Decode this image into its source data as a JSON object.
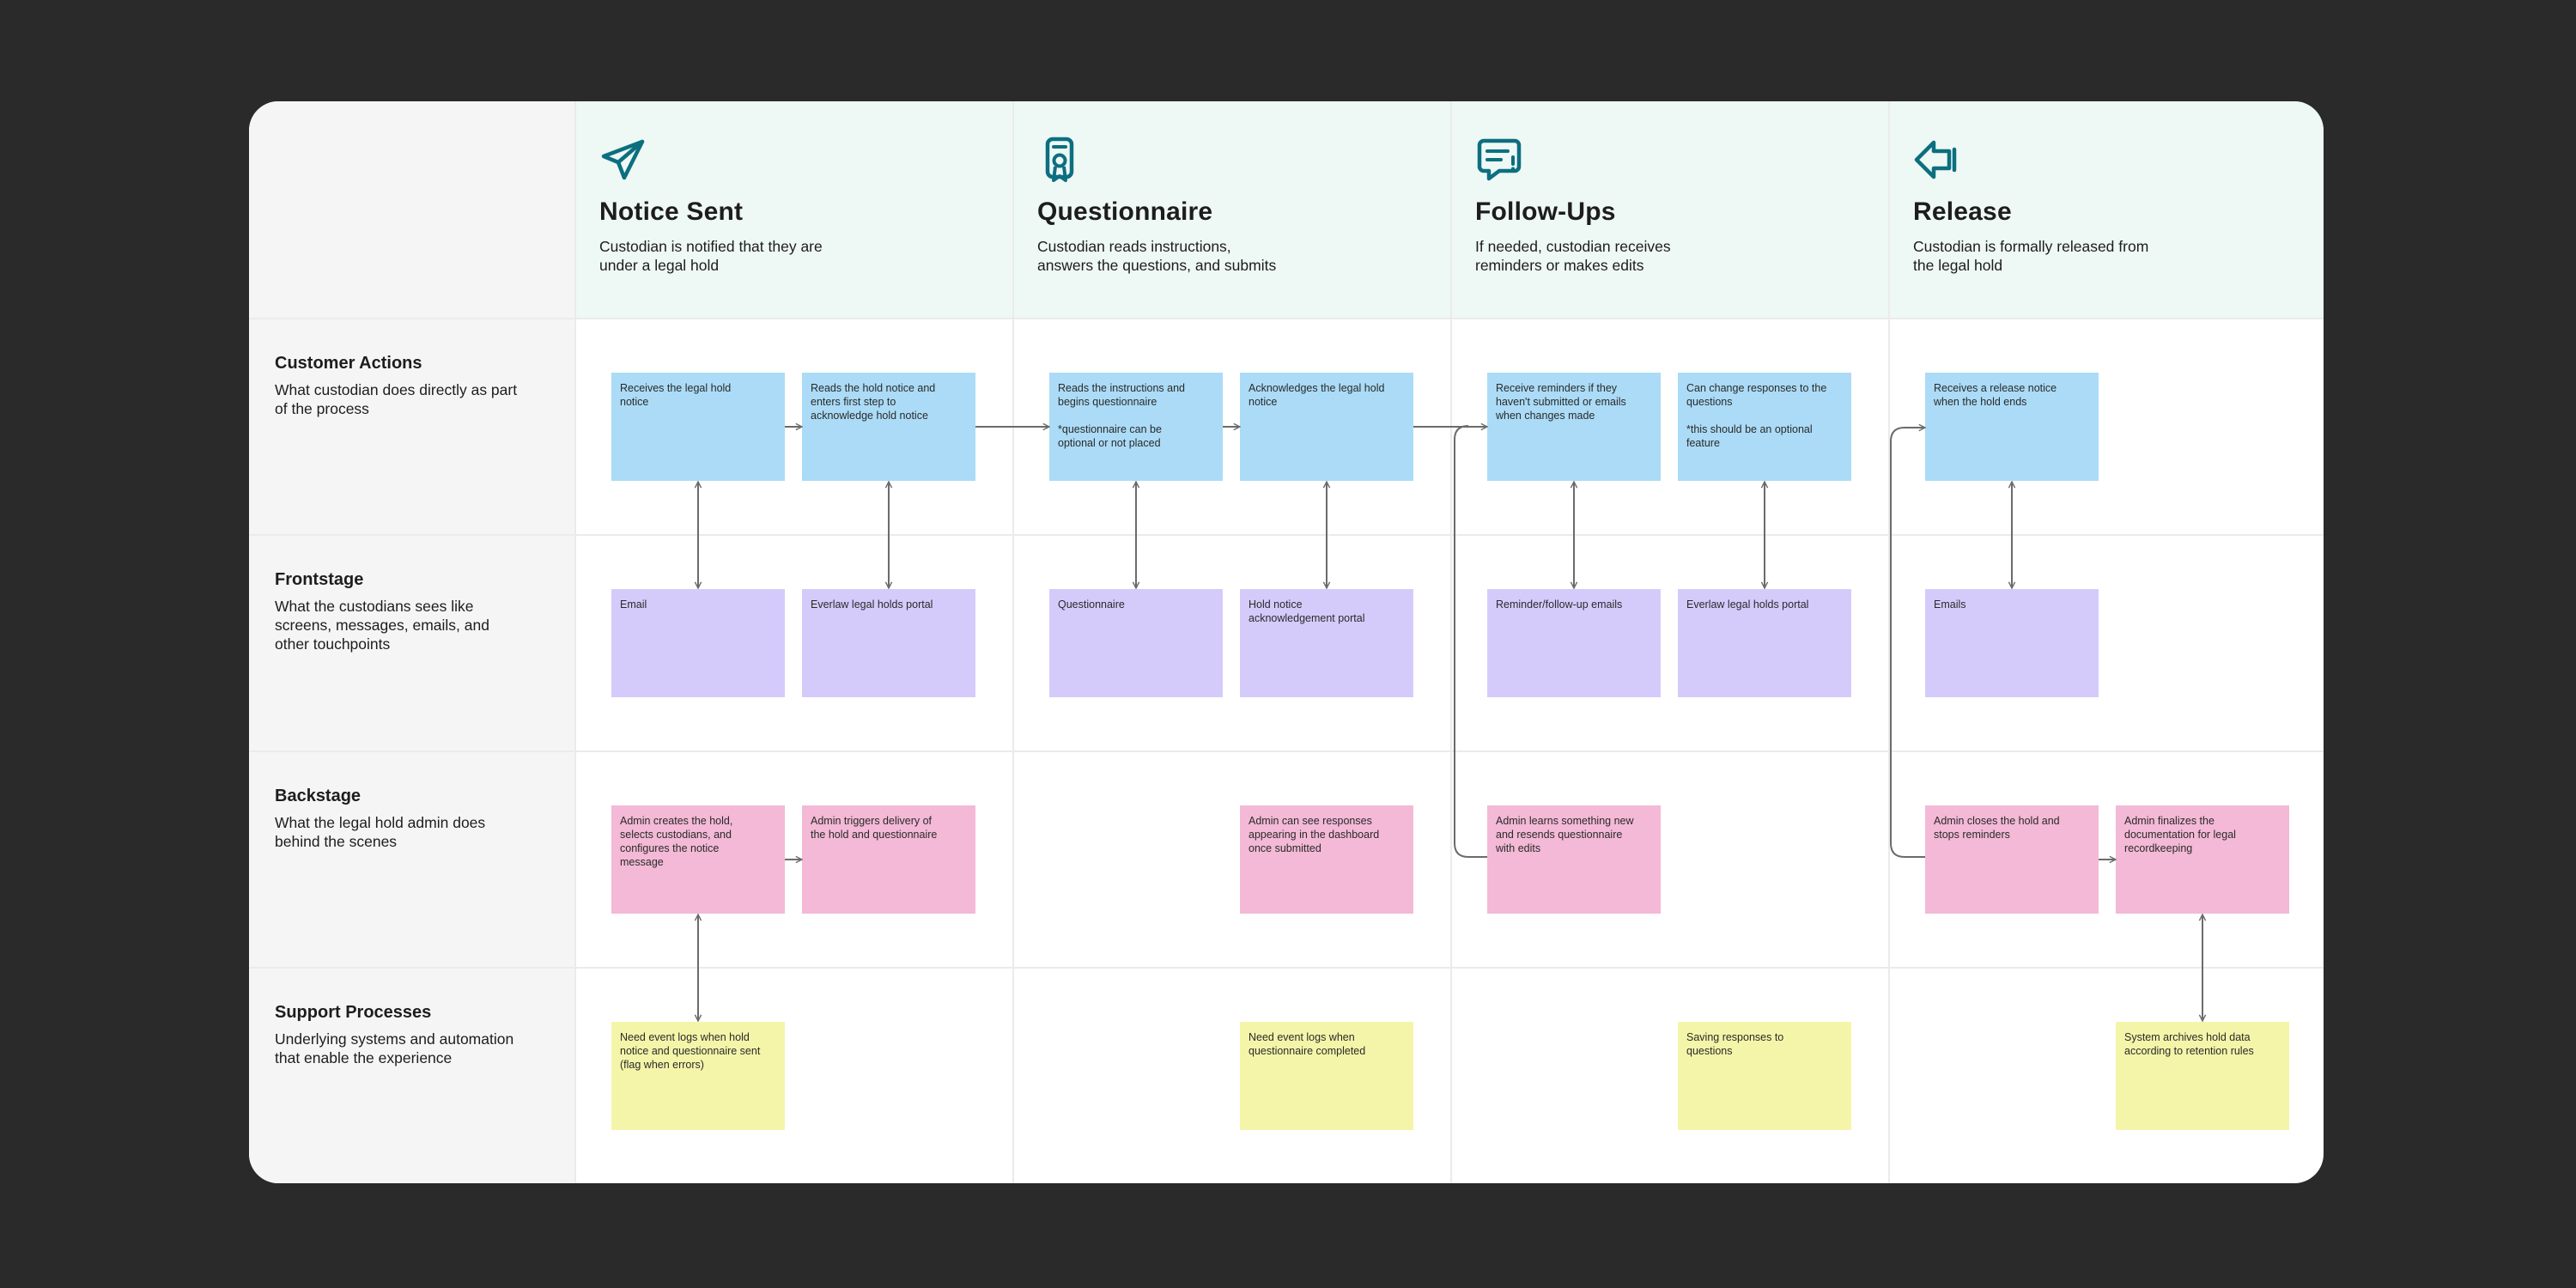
{
  "stages": [
    {
      "icon": "paper-plane-icon",
      "title": "Notice Sent",
      "description": "Custodian is notified that they are\nunder a legal hold"
    },
    {
      "icon": "certificate-badge-icon",
      "title": "Questionnaire",
      "description": "Custodian reads instructions,\nanswers the questions, and submits"
    },
    {
      "icon": "chat-alert-icon",
      "title": "Follow-Ups",
      "description": "If needed, custodian receives\nreminders or makes edits"
    },
    {
      "icon": "arrow-left-release-icon",
      "title": "Release",
      "description": "Custodian is formally released from\nthe legal hold"
    }
  ],
  "lanes": [
    {
      "title": "Customer Actions",
      "description": "What custodian does directly as part\nof the process"
    },
    {
      "title": "Frontstage",
      "description": "What the custodians sees like\nscreens, messages, emails, and\nother touchpoints"
    },
    {
      "title": "Backstage",
      "description": "What the legal hold admin does\nbehind the scenes"
    },
    {
      "title": "Support Processes",
      "description": "Underlying systems and automation\nthat enable the experience"
    }
  ],
  "cards": {
    "ca_1": "Receives the legal hold\nnotice",
    "ca_2": "Reads the hold notice and\nenters first step to\nacknowledge hold notice",
    "ca_3": "Reads the instructions and\nbegins questionnaire\n\n*questionnaire can be\noptional or not placed",
    "ca_4": "Acknowledges the legal hold\nnotice",
    "ca_5": "Receive reminders if they\nhaven't submitted or emails\nwhen changes made",
    "ca_6": "Can change responses to the\nquestions\n\n*this should be an optional\nfeature",
    "ca_7": "Receives a release notice\nwhen the hold ends",
    "fs_1": "Email",
    "fs_2": "Everlaw legal holds portal",
    "fs_3": "Questionnaire",
    "fs_4": "Hold notice\nacknowledgement portal",
    "fs_5": "Reminder/follow-up emails",
    "fs_6": "Everlaw legal holds portal",
    "fs_7": "Emails",
    "bs_1": "Admin creates the hold,\nselects custodians, and\nconfigures the notice\nmessage",
    "bs_2": "Admin triggers delivery of\nthe hold and questionnaire",
    "bs_3": "Admin can see responses\nappearing in the dashboard\nonce submitted",
    "bs_4": "Admin learns something new\nand resends questionnaire\nwith edits",
    "bs_5": "Admin closes the hold and\nstops reminders",
    "bs_6": "Admin finalizes the\ndocumentation for legal\nrecordkeeping",
    "sp_1": "Need event logs when hold\nnotice and questionnaire sent\n(flag when errors)",
    "sp_2": "Need event logs when\nquestionnaire completed",
    "sp_3": "Saving responses to\nquestions",
    "sp_4": "System archives hold data\naccording to retention rules"
  },
  "colors": {
    "customer_actions": "#abdbf6",
    "frontstage": "#d5cbfb",
    "backstage": "#f3b9d6",
    "support": "#f4f5a9",
    "icon": "#0c6f80",
    "header_bg": "#eef8f5",
    "connector": "#6b6b6b"
  }
}
